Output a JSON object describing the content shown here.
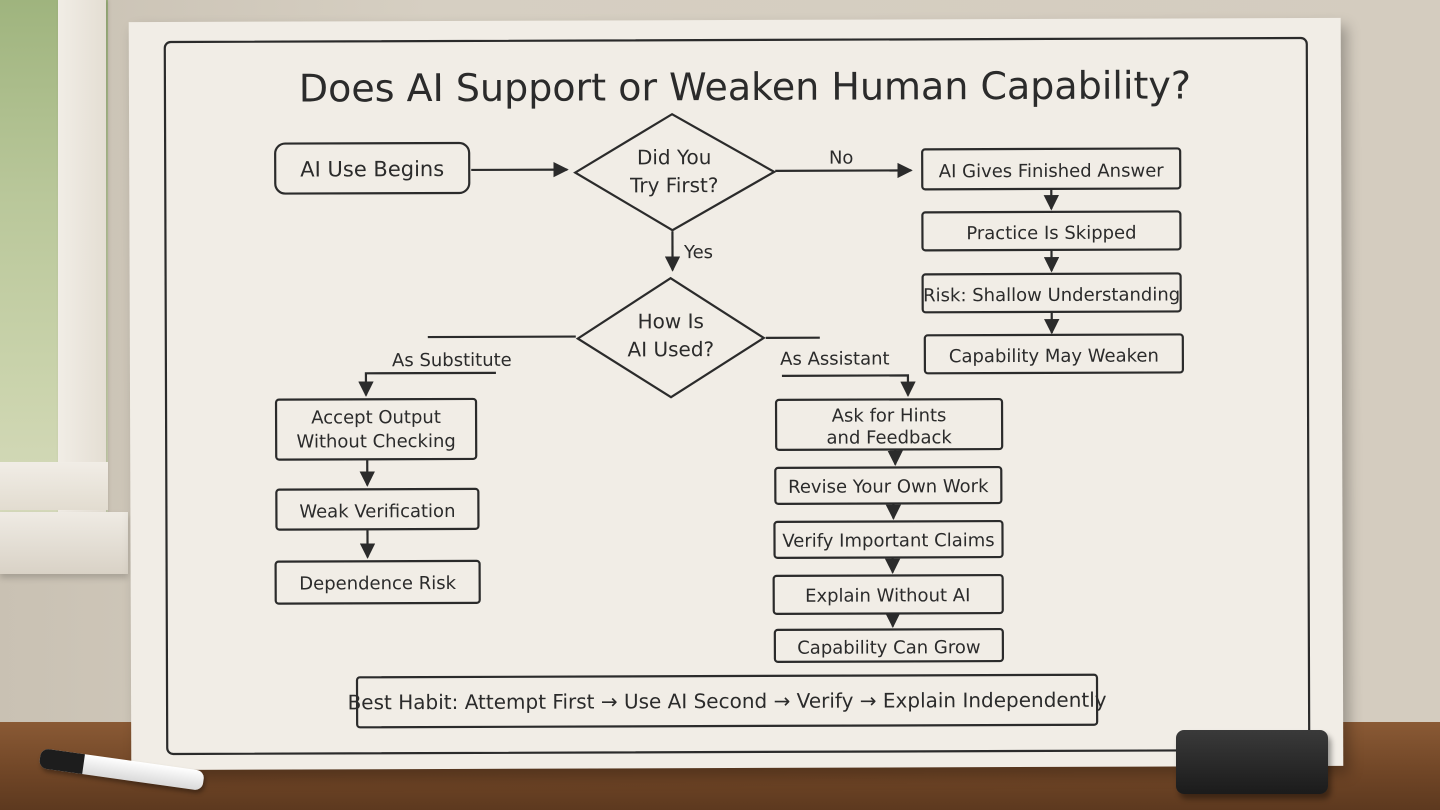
{
  "title": "Does AI Support or Weaken Human Capability?",
  "nodes": {
    "start": "AI Use Begins",
    "decision1": [
      "Did You",
      "Try First?"
    ],
    "no_label": "No",
    "yes_label": "Yes",
    "decision2": [
      "How Is",
      "AI Used?"
    ],
    "substitute_label": "As Substitute",
    "assistant_label": "As Assistant",
    "no_path": [
      "AI Gives Finished Answer",
      "Practice Is Skipped",
      "Risk: Shallow Understanding",
      "Capability May Weaken"
    ],
    "substitute_path": [
      [
        "Accept Output",
        "Without Checking"
      ],
      [
        "Weak Verification"
      ],
      [
        "Dependence Risk"
      ]
    ],
    "assistant_path": [
      [
        "Ask for Hints",
        "and Feedback"
      ],
      [
        "Revise Your Own Work"
      ],
      [
        "Verify Important Claims"
      ],
      [
        "Explain Without AI"
      ],
      [
        "Capability Can Grow"
      ]
    ]
  },
  "footer": "Best Habit: Attempt First → Use AI Second → Verify → Explain Independently",
  "colors": {
    "ink": "#2b2b2b",
    "board": "#f1ede6",
    "wall": "#d4ccbf",
    "desk": "#6f4526"
  }
}
